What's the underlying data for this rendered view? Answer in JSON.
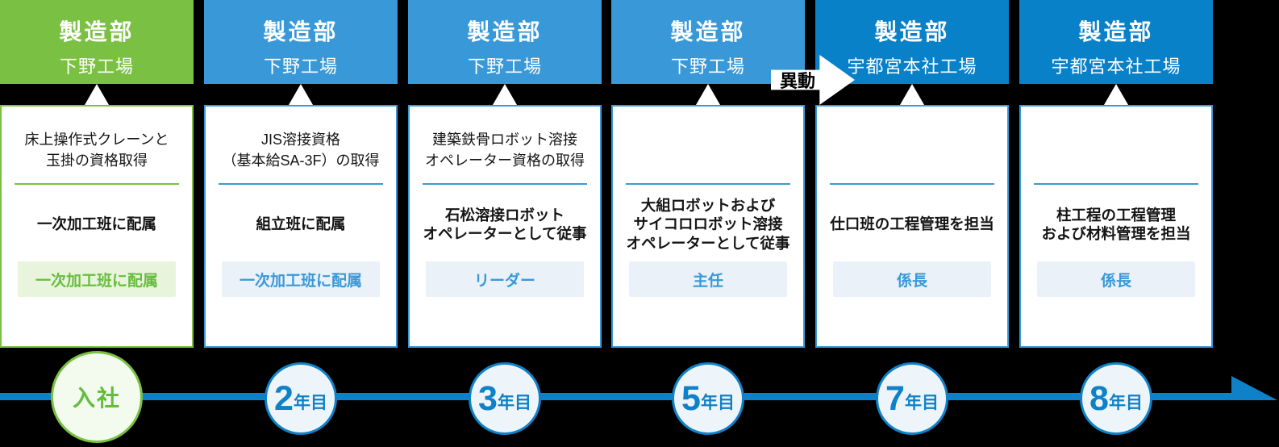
{
  "diagram_title": "career-path-timeline",
  "colors": {
    "green": "#7AC143",
    "light_blue": "#3999D8",
    "dark_blue": "#0981C8",
    "badge_blue_bg": "#EAF1F8",
    "badge_green_bg": "#E9F4DC"
  },
  "transfer_label": "異動",
  "columns": [
    {
      "header": {
        "dept": "製造部",
        "site": "下野工場"
      },
      "qualification_lines": [
        "床上操作式クレーンと",
        "玉掛の資格取得"
      ],
      "role_lines": [
        "一次加工班に配属"
      ],
      "badge": "一次加工班に配属"
    },
    {
      "header": {
        "dept": "製造部",
        "site": "下野工場"
      },
      "qualification_lines": [
        "JIS溶接資格",
        "（基本給SA-3F）の取得"
      ],
      "role_lines": [
        "組立班に配属"
      ],
      "badge": "一次加工班に配属"
    },
    {
      "header": {
        "dept": "製造部",
        "site": "下野工場"
      },
      "qualification_lines": [
        "建築鉄骨ロボット溶接",
        "オペレーター資格の取得"
      ],
      "role_lines": [
        "石松溶接ロボット",
        "オペレーターとして従事"
      ],
      "badge": "リーダー"
    },
    {
      "header": {
        "dept": "製造部",
        "site": "下野工場"
      },
      "qualification_lines": [],
      "role_lines": [
        "大組ロボットおよび",
        "サイコロロボット溶接",
        "オペレーターとして従事"
      ],
      "badge": "主任"
    },
    {
      "header": {
        "dept": "製造部",
        "site": "宇都宮本社工場"
      },
      "qualification_lines": [],
      "role_lines": [
        "仕口班の工程管理を担当"
      ],
      "badge": "係長"
    },
    {
      "header": {
        "dept": "製造部",
        "site": "宇都宮本社工場"
      },
      "qualification_lines": [],
      "role_lines": [
        "柱工程の工程管理",
        "および材料管理を担当"
      ],
      "badge": "係長"
    }
  ],
  "timeline": {
    "nodes": [
      {
        "label": "入社"
      },
      {
        "num": "2",
        "suffix": "年目"
      },
      {
        "num": "3",
        "suffix": "年目"
      },
      {
        "num": "5",
        "suffix": "年目"
      },
      {
        "num": "7",
        "suffix": "年目"
      },
      {
        "num": "8",
        "suffix": "年目"
      }
    ]
  }
}
